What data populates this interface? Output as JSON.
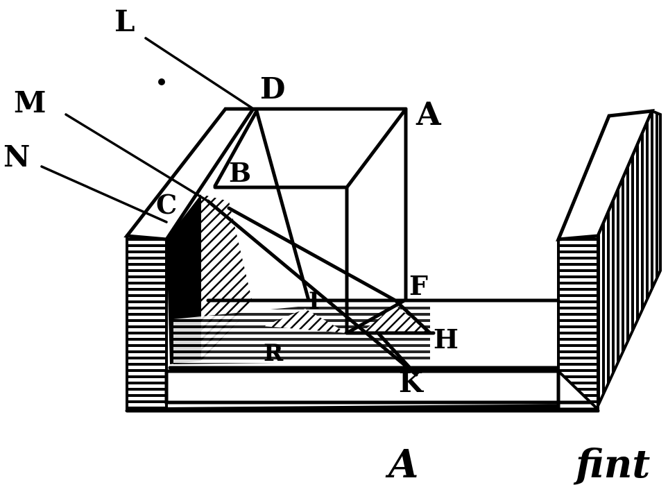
{
  "figure": {
    "labels": {
      "L": "L",
      "M": "M",
      "N": "N",
      "D": "D",
      "A": "A",
      "B": "B",
      "C": "C",
      "F": "F",
      "H": "H",
      "I": "I",
      "K": "K",
      "R": "R"
    },
    "caption_left": "A",
    "caption_right": "fint"
  },
  "colors": {
    "ink": "#000000",
    "paper": "#ffffff"
  }
}
